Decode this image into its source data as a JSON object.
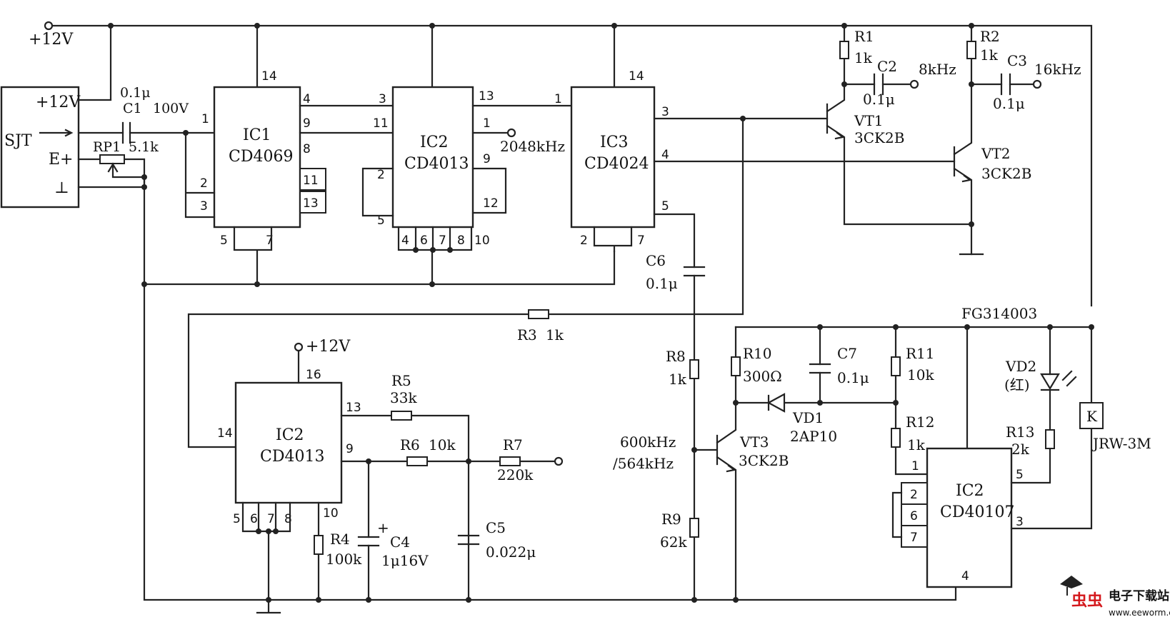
{
  "supply": {
    "v1": "+12V",
    "v2": "+12V",
    "v3": "+12V"
  },
  "sjt": {
    "name": "SJT",
    "v12": "+12V",
    "eplus": "E+",
    "gnd": "⊥"
  },
  "c1": {
    "val": "0.1μ",
    "name": "C1",
    "volt": "100V"
  },
  "rp1": {
    "name": "RP1",
    "val": "5.1k"
  },
  "ic1": {
    "name": "IC1",
    "part": "CD4069",
    "pins": [
      "14",
      "1",
      "4",
      "9",
      "8",
      "2",
      "3",
      "5",
      "7",
      "11",
      "13"
    ]
  },
  "ic2a": {
    "name": "IC2",
    "part": "CD4013",
    "pins": [
      "3",
      "11",
      "13",
      "1",
      "2",
      "5",
      "9",
      "12",
      "4",
      "6",
      "7",
      "8",
      "10"
    ],
    "freq": "2048kHz"
  },
  "ic3": {
    "name": "IC3",
    "part": "CD4024",
    "pins": [
      "14",
      "1",
      "3",
      "4",
      "5",
      "2",
      "7"
    ]
  },
  "r1": {
    "name": "R1",
    "val": "1k"
  },
  "r2": {
    "name": "R2",
    "val": "1k"
  },
  "c2": {
    "name": "C2",
    "val": "0.1μ",
    "freq": "8kHz"
  },
  "c3": {
    "name": "C3",
    "val": "0.1μ",
    "freq": "16kHz"
  },
  "vt1": {
    "name": "VT1",
    "part": "3CK2B"
  },
  "vt2": {
    "name": "VT2",
    "part": "3CK2B"
  },
  "c6": {
    "name": "C6",
    "val": "0.1μ"
  },
  "r3": {
    "name": "R3",
    "val": "1k"
  },
  "ic2b": {
    "name": "IC2",
    "part": "CD4013",
    "pins": [
      "16",
      "14",
      "13",
      "9",
      "5",
      "6",
      "7",
      "8",
      "10"
    ]
  },
  "r5": {
    "name": "R5",
    "val": "33k"
  },
  "r6": {
    "name": "R6",
    "val": "10k"
  },
  "r7": {
    "name": "R7",
    "val": "220k"
  },
  "r4": {
    "name": "R4",
    "val": "100k"
  },
  "c4": {
    "name": "C4",
    "val": "1μ16V",
    "plus": "+"
  },
  "c5": {
    "name": "C5",
    "val": "0.022μ"
  },
  "r8": {
    "name": "R8",
    "val": "1k"
  },
  "r9": {
    "name": "R9",
    "val": "62k"
  },
  "vt3": {
    "name": "VT3",
    "part": "3CK2B",
    "freq1": "600kHz",
    "freq2": "/564kHz"
  },
  "r10": {
    "name": "R10",
    "val": "300Ω"
  },
  "c7": {
    "name": "C7",
    "val": "0.1μ"
  },
  "vd1": {
    "name": "VD1",
    "part": "2AP10"
  },
  "r11": {
    "name": "R11",
    "val": "10k"
  },
  "r12": {
    "name": "R12",
    "val": "1k"
  },
  "r13": {
    "name": "R13",
    "val": "2k"
  },
  "fg": {
    "label": "FG314003"
  },
  "vd2": {
    "name": "VD2",
    "color": "(红)"
  },
  "k": {
    "name": "K",
    "part": "JRW-3M"
  },
  "ic2c": {
    "name": "IC2",
    "part": "CD40107",
    "pins": [
      "1",
      "2",
      "6",
      "7",
      "5",
      "3",
      "4"
    ]
  },
  "watermark": {
    "text": "电子下载站",
    "logo": "虫虫",
    "url": "www.eeworm.com"
  }
}
